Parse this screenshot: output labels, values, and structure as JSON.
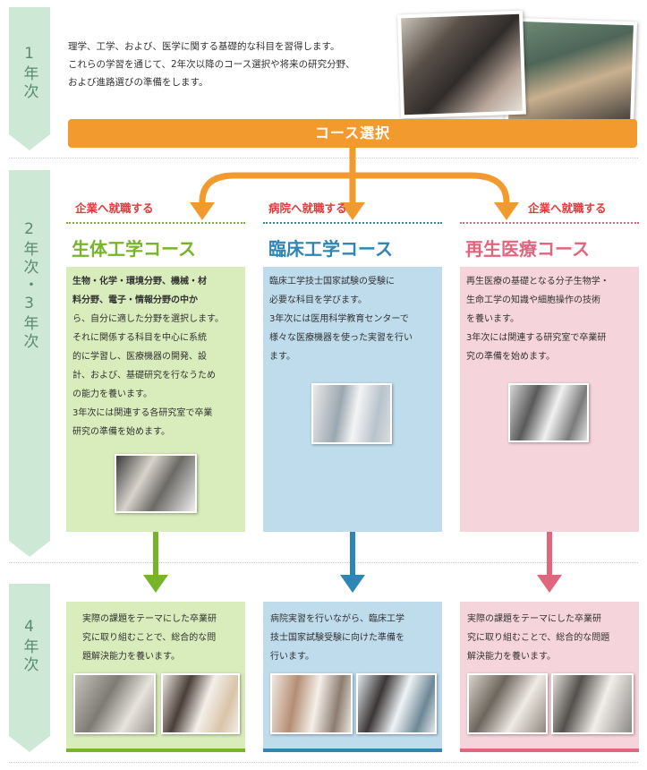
{
  "years": {
    "y1": "1年次",
    "y23": "2年次・3年次",
    "y4": "4年次"
  },
  "year1": {
    "lines": [
      "理学、工学、および、医学に関する基礎的な科目を習得します。",
      "これらの学習を通じて、2年次以降のコース選択や将来の研究分野、",
      "および進路選びの準備をします。"
    ]
  },
  "course_select": "コース選択",
  "destinations": {
    "left": "企業へ就職する",
    "center": "病院へ就職する",
    "right": "企業へ就職する"
  },
  "courses": [
    {
      "title": "生体工学コース",
      "lines": [
        "生物・化学・環境分野、機械・材",
        "料分野、電子・情報分野の中か",
        "ら、自分に適した分野を選択します。",
        "それに関係する科目を中心に系統",
        "的に学習し、医療機器の開発、設",
        "計、および、基礎研究を行なうため",
        "の能力を養います。",
        "3年次には関連する各研究室で卒業",
        "研究の準備を始めます。"
      ],
      "year4_lines": [
        "実際の課題をテーマにした卒業研",
        "究に取り組むことで、総合的な問",
        "題解決能力を養います。"
      ]
    },
    {
      "title": "臨床工学コース",
      "lines": [
        "臨床工学技士国家試験の受験に",
        "必要な科目を学びます。",
        "3年次には医用科学教育センターで",
        "様々な医療機器を使った実習を行い",
        "ます。"
      ],
      "year4_lines": [
        "病院実習を行いながら、臨床工学",
        "技士国家試験受験に向けた準備を",
        "行います。"
      ]
    },
    {
      "title": "再生医療コース",
      "lines": [
        "再生医療の基礎となる分子生物学・",
        "生命工学の知識や細胞操作の技術",
        "を養います。",
        "3年次には関連する研究室で卒業研",
        "究の準備を始めます。"
      ],
      "year4_lines": [
        "実際の課題をテーマにした卒業研",
        "究に取り組むことで、総合的な問題",
        "解決能力を養います。"
      ]
    }
  ],
  "colors": {
    "orange": "#f29a2e",
    "red_text": "#e03a3a",
    "bio": "#77b42a",
    "bio_bg": "#d9ecbb",
    "clin": "#2e86b5",
    "clin_bg": "#bfdcec",
    "regen": "#e0667e",
    "regen_bg": "#f6d4dc",
    "year_bg": "#cde9d6"
  },
  "icons": {
    "arrow_down": "arrow-down-icon"
  }
}
